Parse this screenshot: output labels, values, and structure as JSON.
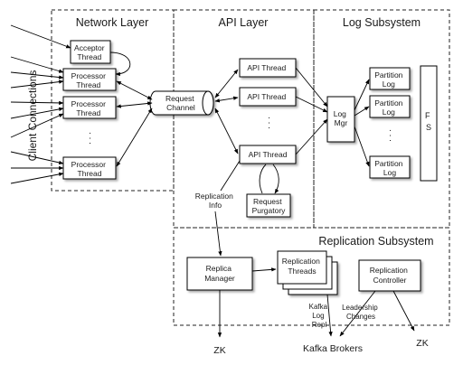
{
  "sections": {
    "network_layer": "Network Layer",
    "api_layer": "API Layer",
    "log_subsystem": "Log Subsystem",
    "replication_subsystem": "Replication Subsystem"
  },
  "client_connections": "Client Connections",
  "acceptor": [
    "Acceptor",
    "Thread"
  ],
  "processor": [
    "Processor",
    "Thread"
  ],
  "request_channel": [
    "Request",
    "Channel"
  ],
  "api_thread": "API Thread",
  "log_mgr": [
    "Log",
    "Mgr"
  ],
  "partition_log": [
    "Partition",
    "Log"
  ],
  "fs": [
    "F",
    "S"
  ],
  "request_purgatory": [
    "Request",
    "Purgatory"
  ],
  "replication_info": [
    "Replication",
    "Info"
  ],
  "replica_manager": [
    "Replica",
    "Manager"
  ],
  "replication_threads": [
    "Replication",
    "Threads"
  ],
  "replication_controller": [
    "Replication",
    "Controller"
  ],
  "zk_left": "ZK",
  "zk_right": "ZK",
  "kafka_log_repl": [
    "Kafka",
    "Log",
    "Repl"
  ],
  "leadership_changes": [
    "Leadership",
    "Changes"
  ],
  "kafka_brokers": "Kafka Brokers",
  "ellipsis": ". . ."
}
